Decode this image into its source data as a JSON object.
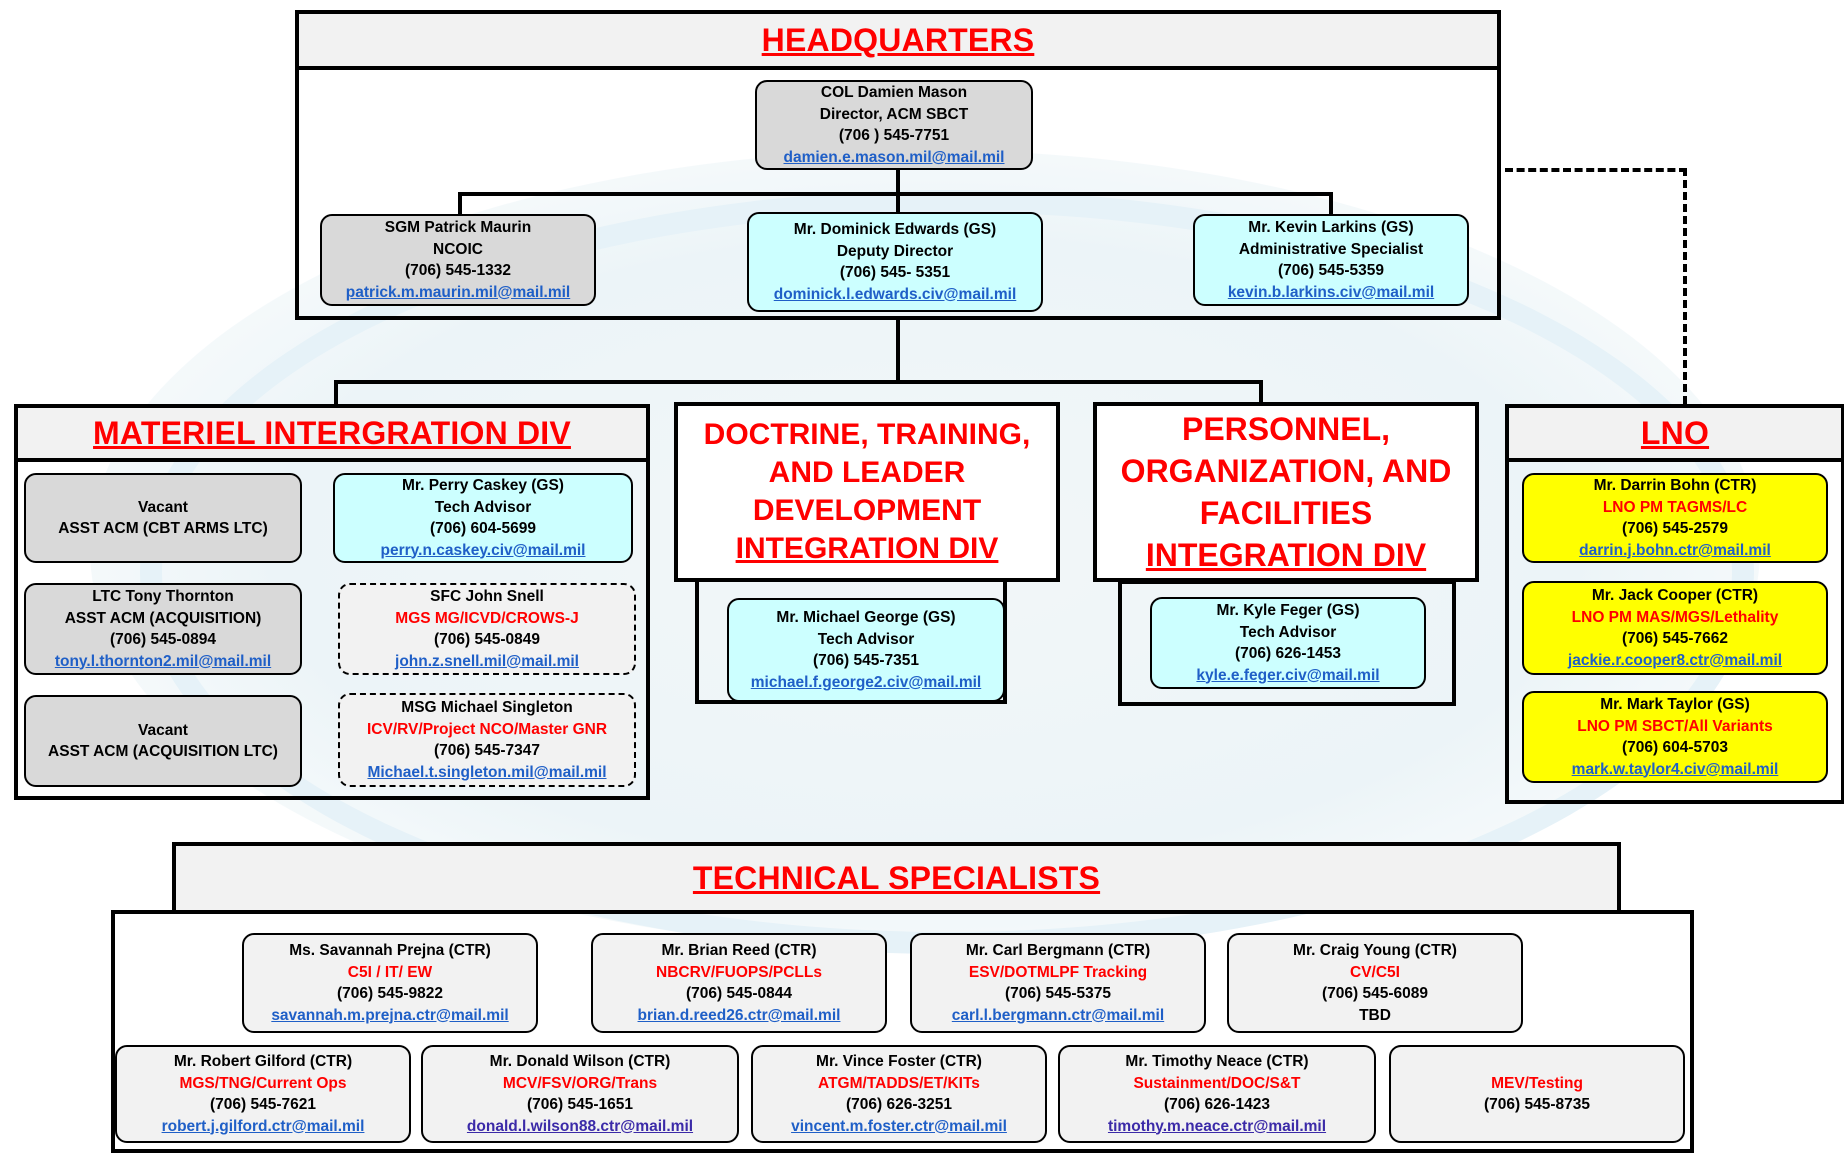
{
  "headquarters": {
    "title": "HEADQUARTERS",
    "director": {
      "name": "COL Damien Mason",
      "role": "Director, ACM SBCT",
      "phone": "(706 ) 545-7751",
      "email": "damien.e.mason.mil@mail.mil"
    },
    "staff": [
      {
        "name": "SGM Patrick Maurin",
        "role": "NCOIC",
        "phone": "(706) 545-1332",
        "email": "patrick.m.maurin.mil@mail.mil"
      },
      {
        "name": "Mr. Dominick Edwards (GS)",
        "role": "Deputy Director",
        "phone": "(706) 545- 5351",
        "email": "dominick.l.edwards.civ@mail.mil"
      },
      {
        "name": "Mr. Kevin Larkins (GS)",
        "role": "Administrative Specialist",
        "phone": "(706) 545-5359",
        "email": "kevin.b.larkins.civ@mail.mil"
      }
    ]
  },
  "materiel": {
    "title": "MATERIEL INTERGRATION DIV",
    "left": [
      {
        "line1": "Vacant",
        "line2": "ASST ACM (CBT ARMS LTC)"
      },
      {
        "name": "LTC Tony Thornton",
        "role": "ASST ACM (ACQUISITION)",
        "phone": "(706) 545-0894",
        "email": "tony.l.thornton2.mil@mail.mil"
      },
      {
        "line1": "Vacant",
        "line2": "ASST ACM (ACQUISITION LTC)"
      }
    ],
    "right": [
      {
        "name": "Mr. Perry Caskey (GS)",
        "role": "Tech Advisor",
        "phone": "(706) 604-5699",
        "email": "perry.n.caskey.civ@mail.mil"
      },
      {
        "name": "SFC John Snell",
        "role": "MGS MG/ICVD/CROWS-J",
        "phone": "(706) 545-0849",
        "email": "john.z.snell.mil@mail.mil"
      },
      {
        "name": "MSG Michael Singleton",
        "role": "ICV/RV/Project NCO/Master GNR",
        "phone": "(706) 545-7347",
        "email": "Michael.t.singleton.mil@mail.mil"
      }
    ]
  },
  "doctrine": {
    "title_lines": [
      "DOCTRINE, TRAINING,",
      "AND LEADER",
      "DEVELOPMENT"
    ],
    "title_underlined": "INTEGRATION DIV",
    "card": {
      "name": "Mr. Michael George (GS)",
      "role": "Tech Advisor",
      "phone": "(706) 545-7351",
      "email": "michael.f.george2.civ@mail.mil"
    }
  },
  "personnel": {
    "title_lines": [
      "PERSONNEL,",
      "ORGANIZATION, AND",
      "FACILITIES"
    ],
    "title_underlined": "INTEGRATION DIV",
    "card": {
      "name": "Mr. Kyle Feger (GS)",
      "role": "Tech Advisor",
      "phone": "(706) 626-1453",
      "email": "kyle.e.feger.civ@mail.mil"
    }
  },
  "lno": {
    "title": "LNO",
    "cards": [
      {
        "name": "Mr. Darrin Bohn (CTR)",
        "role": "LNO PM TAGMS/LC",
        "phone": "(706) 545-2579",
        "email": "darrin.j.bohn.ctr@mail.mil"
      },
      {
        "name": "Mr. Jack Cooper (CTR)",
        "role": "LNO PM MAS/MGS/Lethality",
        "phone": "(706) 545-7662",
        "email": "jackie.r.cooper8.ctr@mail.mil"
      },
      {
        "name": "Mr. Mark Taylor (GS)",
        "role": "LNO PM SBCT/All Variants",
        "phone": "(706) 604-5703",
        "email": "mark.w.taylor4.civ@mail.mil"
      }
    ]
  },
  "technical": {
    "title": "TECHNICAL SPECIALISTS",
    "row1": [
      {
        "name": "Ms. Savannah Prejna (CTR)",
        "role": "C5I / IT/ EW",
        "phone": "(706) 545-9822",
        "email": "savannah.m.prejna.ctr@mail.mil"
      },
      {
        "name": "Mr. Brian Reed (CTR)",
        "role": "NBCRV/FUOPS/PCLLs",
        "phone": "(706) 545-0844",
        "email": "brian.d.reed26.ctr@mail.mil"
      },
      {
        "name": "Mr. Carl Bergmann  (CTR)",
        "role": "ESV/DOTMLPF Tracking",
        "phone": "(706) 545-5375",
        "email": "carl.l.bergmann.ctr@mail.mil"
      },
      {
        "name": "Mr. Craig Young (CTR)",
        "role": "CV/C5I",
        "phone": "(706) 545-6089",
        "plain": "TBD"
      }
    ],
    "row2": [
      {
        "name": "Mr. Robert Gilford (CTR)",
        "role": "MGS/TNG/Current Ops",
        "phone": "(706) 545-7621",
        "email": "robert.j.gilford.ctr@mail.mil"
      },
      {
        "name": "Mr. Donald Wilson (CTR)",
        "role": "MCV/FSV/ORG/Trans",
        "phone": "(706) 545-1651",
        "email": "donald.l.wilson88.ctr@mail.mil"
      },
      {
        "name": "Mr. Vince Foster (CTR)",
        "role": "ATGM/TADDS/ET/KITs",
        "phone": "(706) 626-3251",
        "email": "vincent.m.foster.ctr@mail.mil"
      },
      {
        "name": "Mr. Timothy Neace (CTR)",
        "role": "Sustainment/DOC/S&T",
        "phone": "(706) 626-1423",
        "email": "timothy.m.neace.ctr@mail.mil"
      },
      {
        "role": "MEV/Testing",
        "phone": "(706) 545-8735"
      }
    ]
  },
  "colors": {
    "title_red": "#ff0000",
    "link_blue": "#1f5fc7",
    "gray": "#d9d9d9",
    "cyan": "#ccffff",
    "yellow": "#ffff00",
    "light": "#f2f2f2"
  }
}
